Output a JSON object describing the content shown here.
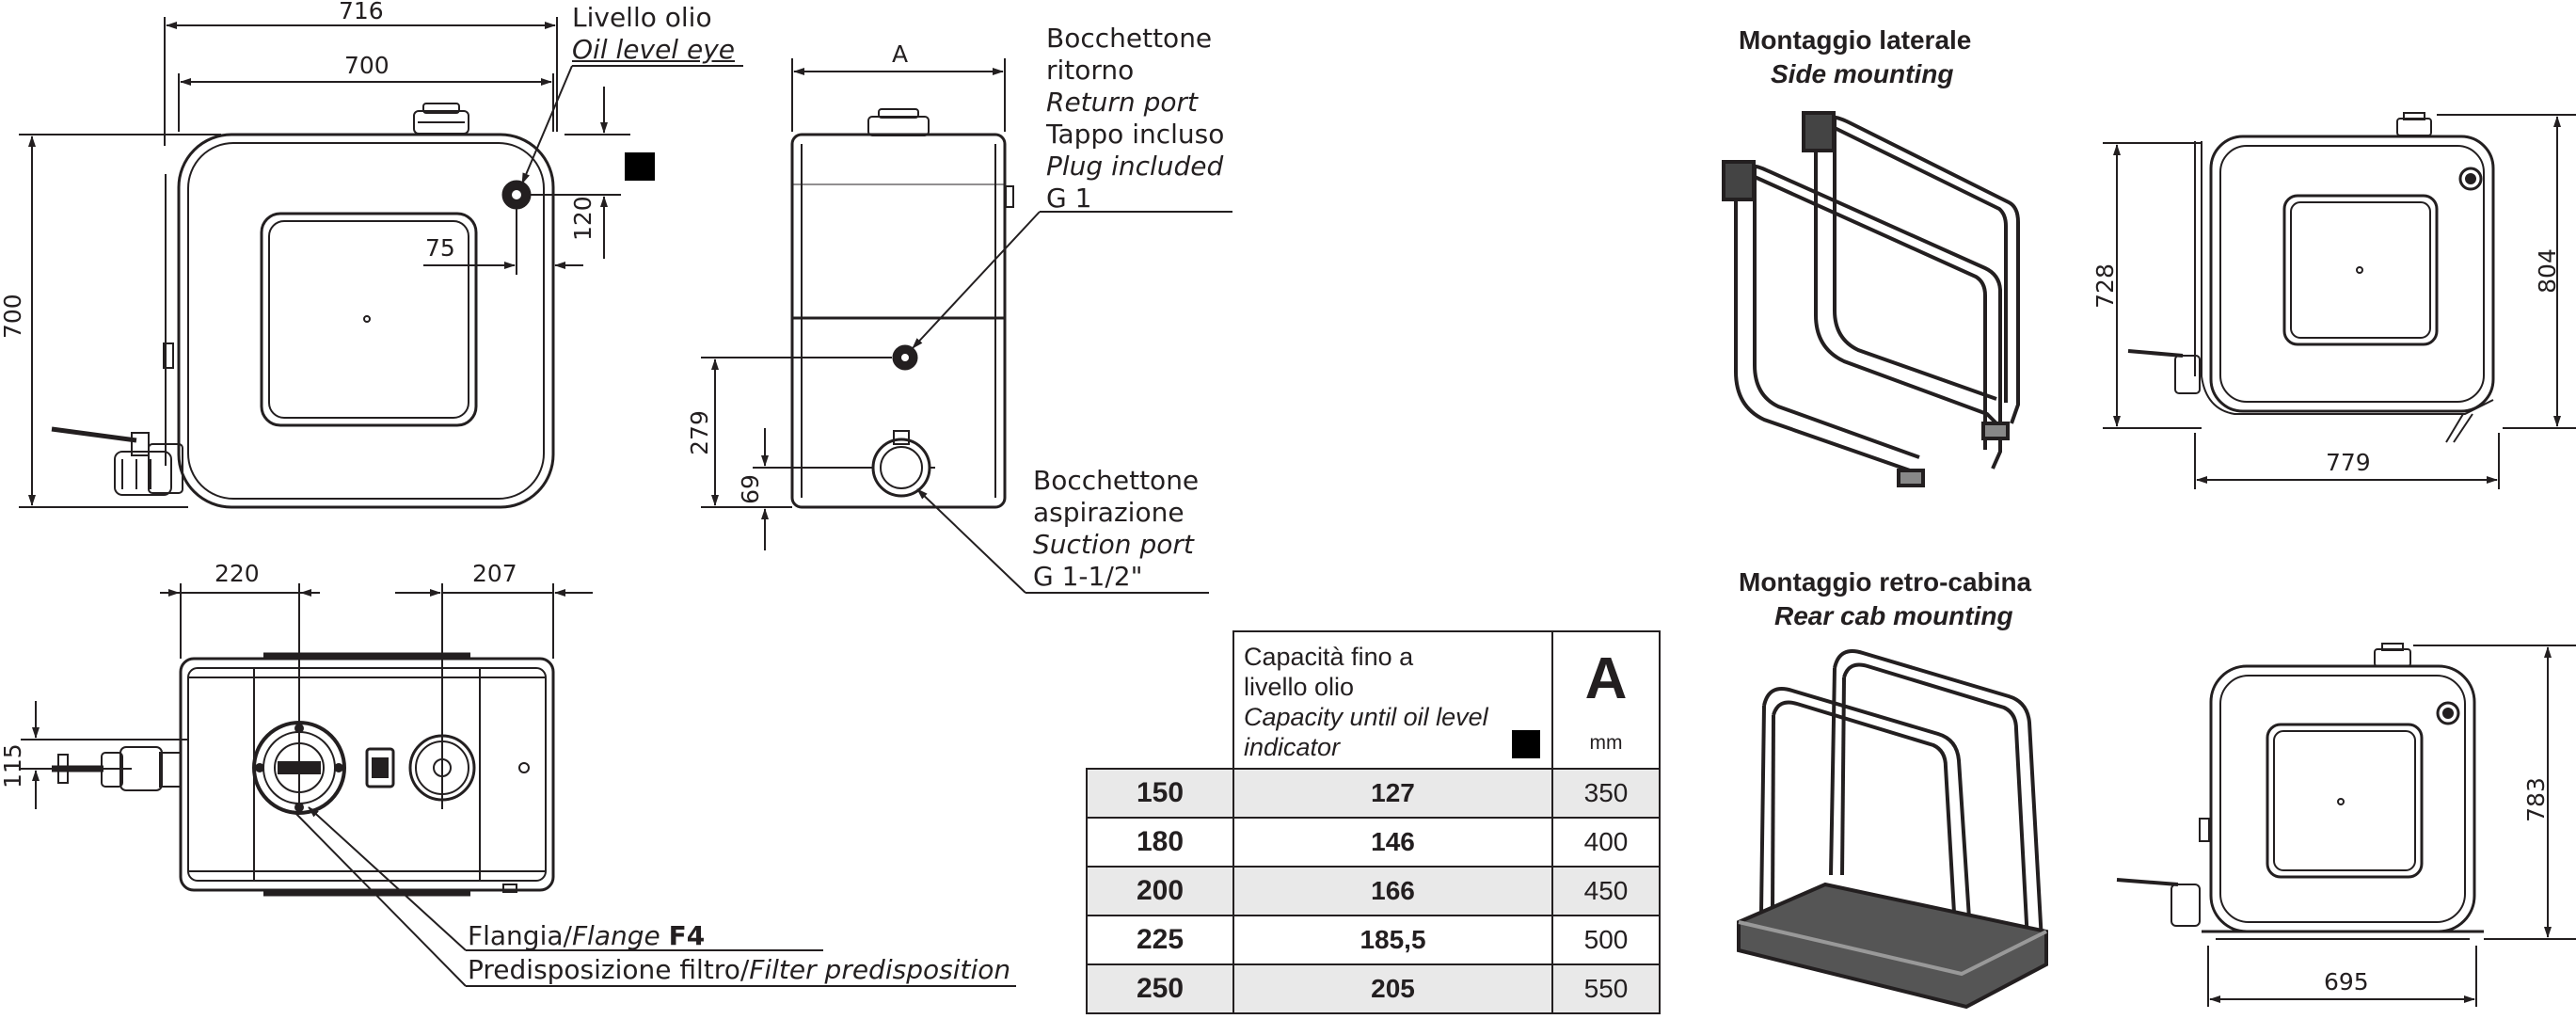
{
  "dimensions": {
    "front_width_outer": "716",
    "front_width_inner": "700",
    "front_height": "700",
    "eye_offset_x": "75",
    "eye_offset_y": "120",
    "side_width": "A",
    "return_height": "279",
    "suction_height": "69",
    "top_offset_flange": "220",
    "top_offset_filter": "207",
    "top_valve_height": "115",
    "side_mount_height_left": "728",
    "side_mount_height_right": "804",
    "side_mount_width": "779",
    "rear_mount_height": "783",
    "rear_mount_width": "695"
  },
  "callouts": {
    "oil_level": [
      "Livello olio",
      "Oil level eye"
    ],
    "return_port": [
      "Bocchettone",
      "ritorno",
      "Return port",
      "Tappo incluso",
      "Plug included",
      "G 1"
    ],
    "suction_port": [
      "Bocchettone",
      "aspirazione",
      "Suction port",
      "G 1-1/2\""
    ],
    "flange_it": "Flangia/",
    "flange_en": "Flange ",
    "flange_code": "F4",
    "filter_it": "Predisposizione filtro/",
    "filter_en": "Filter predisposition"
  },
  "mounting": {
    "side_it": "Montaggio laterale",
    "side_en": "Side mounting",
    "rear_it": "Montaggio retro-cabina",
    "rear_en": "Rear cab mounting"
  },
  "table": {
    "capacity_header": [
      "Capacità fino a",
      "livello olio",
      "Capacity until oil level",
      "indicator"
    ],
    "a_header": "A",
    "unit": "mm",
    "rows": [
      {
        "size": "150",
        "capacity": "127",
        "a": "350"
      },
      {
        "size": "180",
        "capacity": "146",
        "a": "400"
      },
      {
        "size": "200",
        "capacity": "166",
        "a": "450"
      },
      {
        "size": "225",
        "capacity": "185,5",
        "a": "500"
      },
      {
        "size": "250",
        "capacity": "205",
        "a": "550"
      }
    ]
  },
  "colors": {
    "line": "#231f20",
    "shade": "#e9e9e9",
    "marker": "#000000"
  },
  "icons": [
    "oil-level-marker-square"
  ]
}
